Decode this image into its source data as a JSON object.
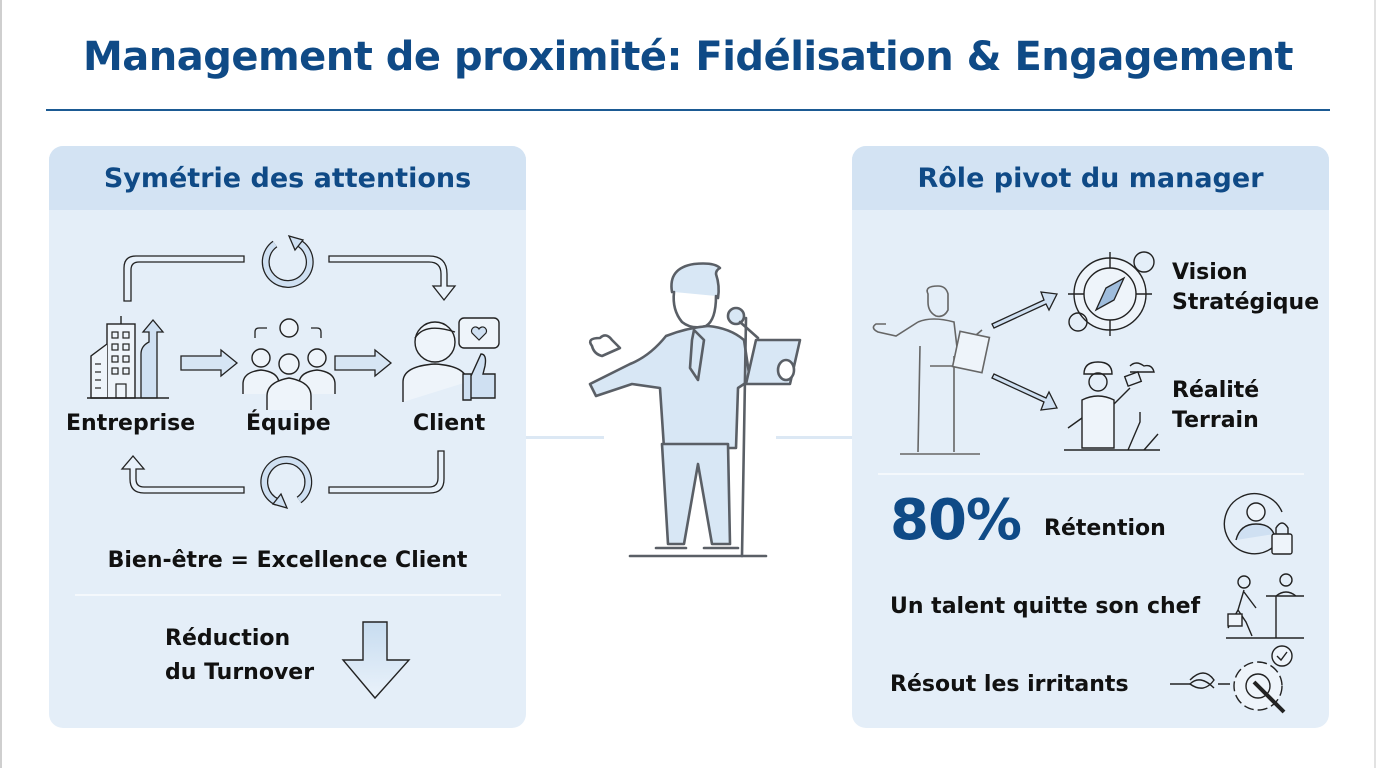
{
  "title": "Management de proximité: Fidélisation & Engagement",
  "colors": {
    "title_blue": "#0f4a86",
    "panel_bg": "#e4eef8",
    "panel_header_bg": "#d3e3f3",
    "icon_fill": "#cfe0f2",
    "icon_stroke": "#222222",
    "rule": "#1b5a93"
  },
  "left_panel": {
    "heading": "Symétrie des attentions",
    "nodes": [
      {
        "label": "Entreprise",
        "icon": "building-growth-icon"
      },
      {
        "label": "Équipe",
        "icon": "team-icon"
      },
      {
        "label": "Client",
        "icon": "happy-client-icon"
      }
    ],
    "cycle_icons": [
      "refresh-cycle-icon",
      "refresh-cycle-icon"
    ],
    "equation": "Bien-être = Excellence Client",
    "outcome_line1": "Réduction",
    "outcome_line2": "du Turnover",
    "outcome_icon": "down-arrow-icon"
  },
  "center": {
    "figure": "manager-speaker-icon"
  },
  "right_panel": {
    "heading": "Rôle pivot du manager",
    "branches": [
      {
        "line1": "Vision",
        "line2": "Stratégique",
        "icon": "compass-gears-icon"
      },
      {
        "line1": "Réalité",
        "line2": "Terrain",
        "icon": "field-worker-icon"
      }
    ],
    "stat": {
      "value": "80%",
      "label": "Rétention",
      "icon": "user-lock-icon"
    },
    "facts": [
      {
        "text": "Un talent quitte son chef",
        "icon": "person-leaving-icon"
      },
      {
        "text": "Résout les irritants",
        "icon": "knot-gear-wrench-icon"
      }
    ]
  }
}
